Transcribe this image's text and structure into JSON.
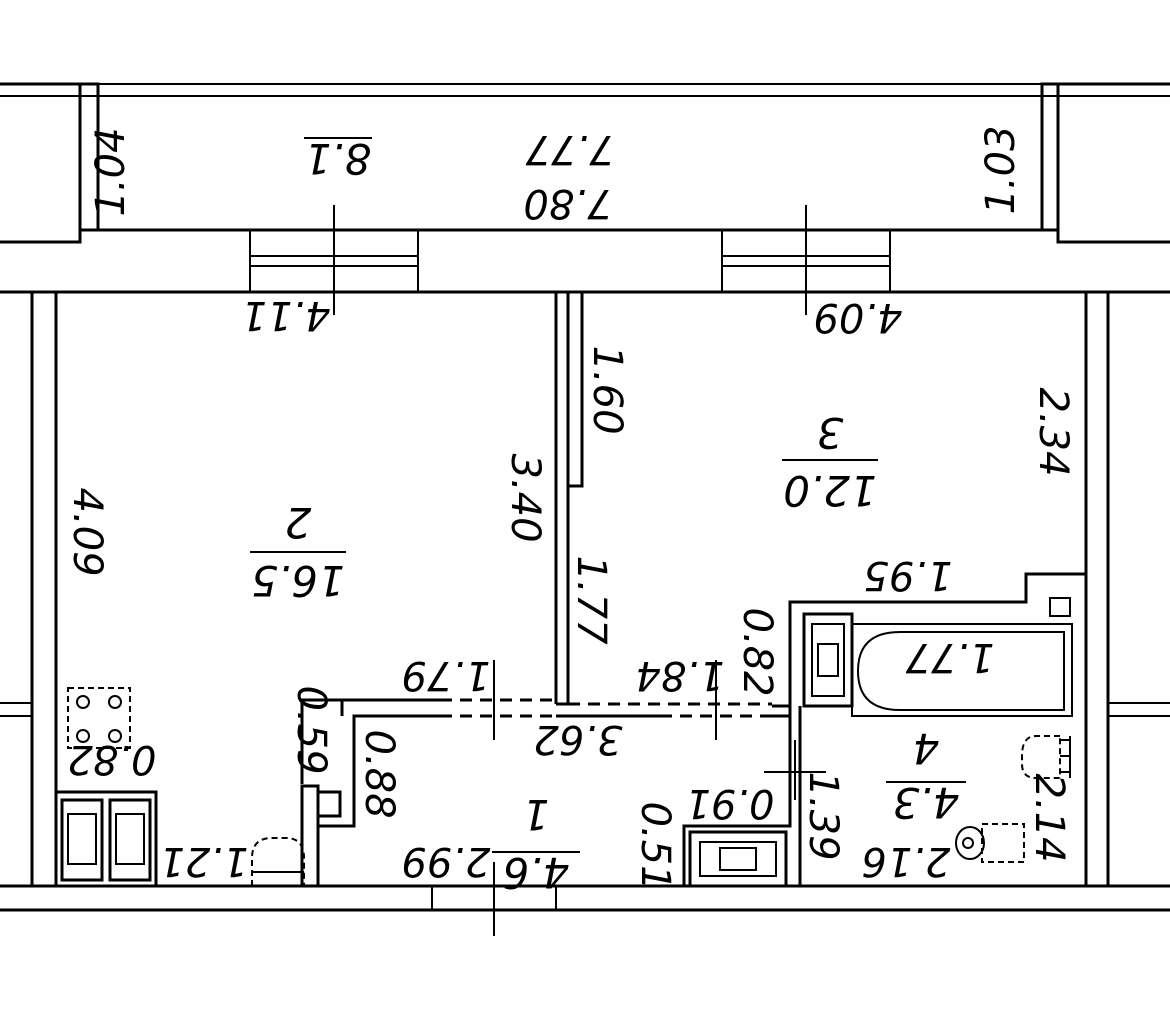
{
  "rooms": [
    {
      "id": "balcony",
      "number": "",
      "area": "8.1"
    },
    {
      "id": "room-2",
      "number": "2",
      "area": "16.5"
    },
    {
      "id": "room-3",
      "number": "3",
      "area": "12.0"
    },
    {
      "id": "room-1",
      "number": "1",
      "area": "4.6"
    },
    {
      "id": "room-4",
      "number": "4",
      "area": "4.3"
    }
  ],
  "dimensions": {
    "balcony_left": "1.04",
    "balcony_top": "7.77",
    "balcony_bottom": "7.80",
    "balcony_right": "1.03",
    "room2_top": "4.11",
    "room2_left": "4.09",
    "room2_right": "3.40",
    "room3_top": "4.09",
    "room3_upper_left": "1.60",
    "room3_right": "2.34",
    "room3_lower_left": "1.77",
    "room3_bottom": "1.95",
    "kitchen_stove": "0.82",
    "kitchen_counter": "1.21",
    "hall_left_upper": "0.59",
    "hall_left_lower": "0.88",
    "hall_top_left": "1.79",
    "hall_top_right": "1.84",
    "hall_mid": "3.62",
    "hall_bottom": "2.99",
    "hall_niche_h": "0.51",
    "hall_niche_w": "0.91",
    "bath_door": "0.82",
    "bath_tub": "1.77",
    "bath_left": "1.39",
    "bath_bottom": "2.16",
    "bath_right": "2.14"
  }
}
